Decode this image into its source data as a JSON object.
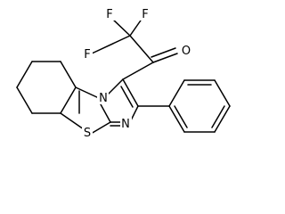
{
  "structure": {
    "atom_labels": {
      "f_top_left": "F",
      "f_top_right": "F",
      "f_left": "F",
      "carbonyl_oxygen": "O",
      "ring_nitrogen_bridge": "N",
      "ring_nitrogen_lower": "N",
      "ring_sulfur": "S"
    }
  }
}
